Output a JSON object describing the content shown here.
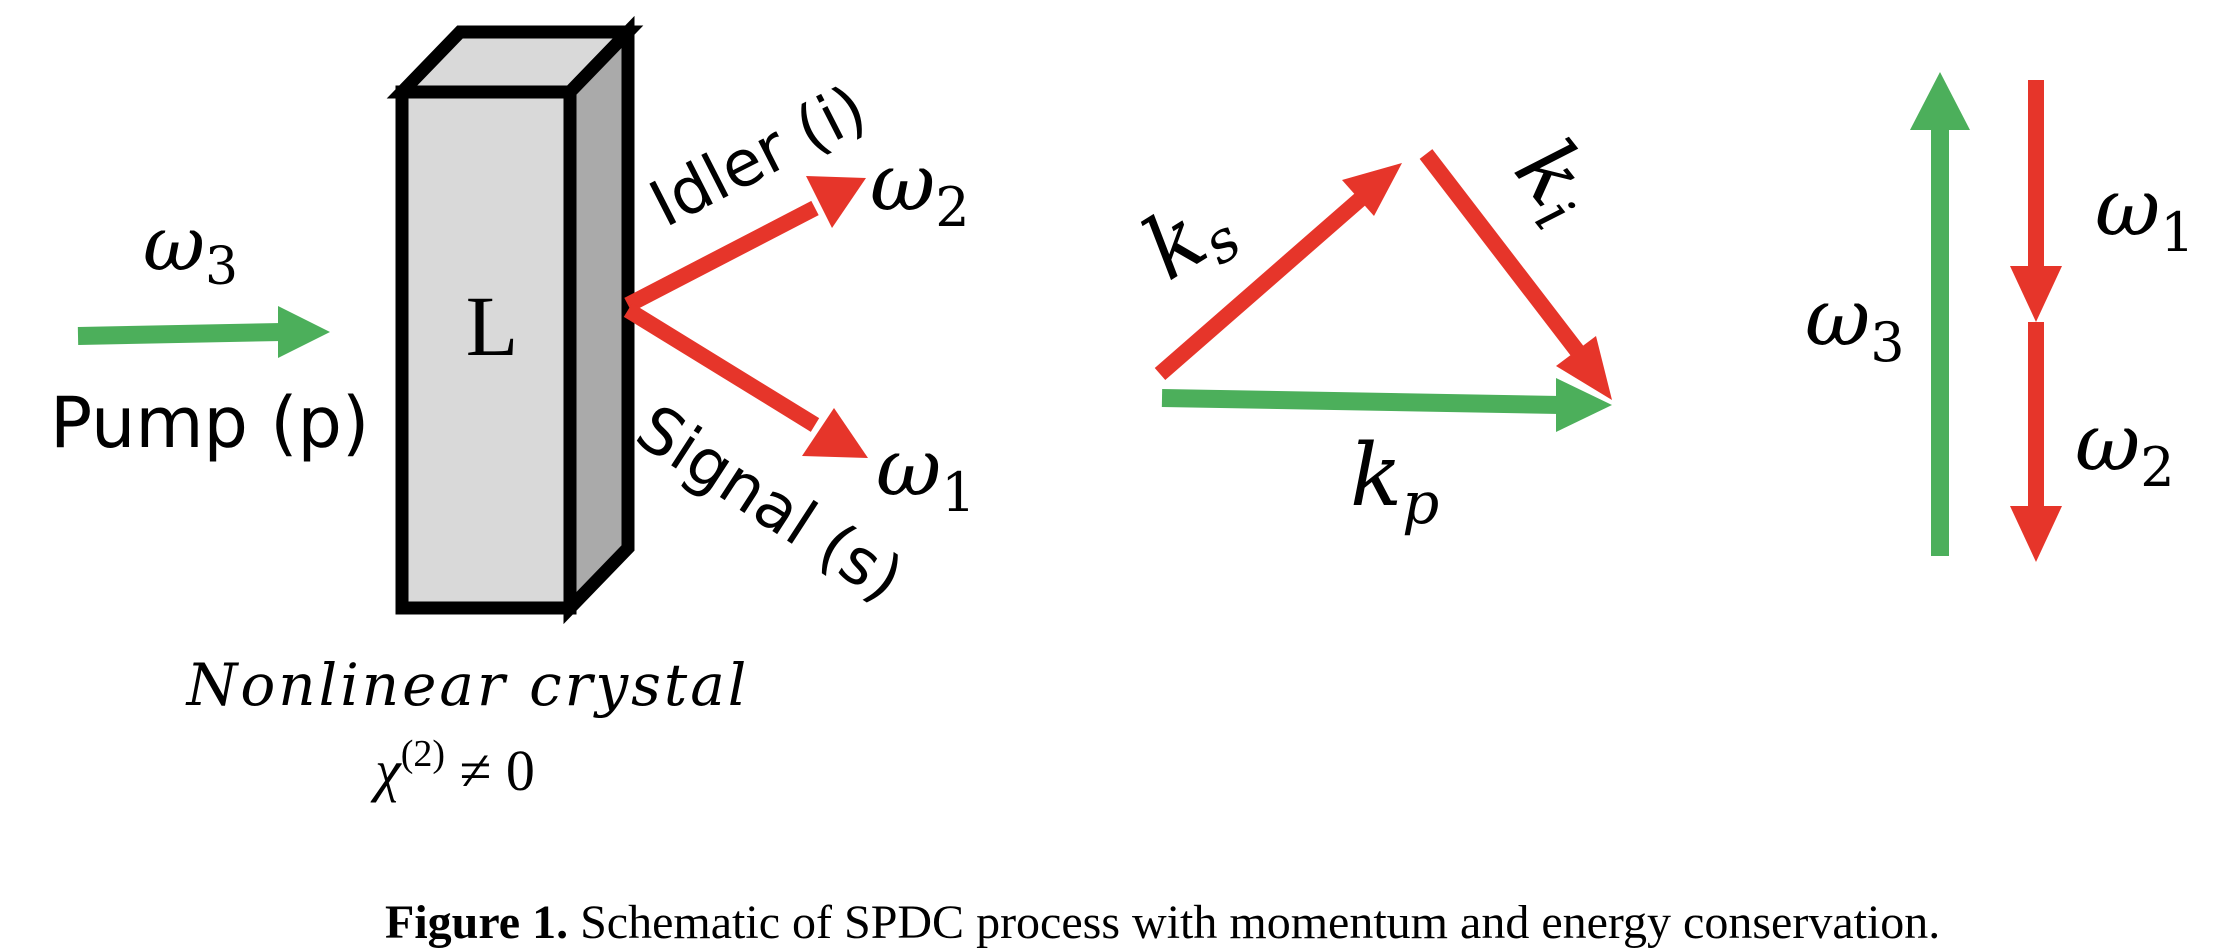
{
  "colors": {
    "pump": "#4CAF5B",
    "photon": "#E6352A",
    "crystal_front": "#D9D9D9",
    "crystal_side": "#AAAAAA"
  },
  "crystal": {
    "face_label": "L",
    "name": "Nonlinear crystal",
    "condition_chi": "χ",
    "condition_sup": "(2)",
    "condition_rest": " ≠ 0"
  },
  "pump": {
    "label": "Pump (p)",
    "omega": "ω",
    "omega_sub": "3"
  },
  "idler": {
    "label": "Idler (i)",
    "omega": "ω",
    "omega_sub": "2"
  },
  "signal": {
    "label": "Signal (s)",
    "omega": "ω",
    "omega_sub": "1"
  },
  "momentum": {
    "ks": "k",
    "ks_sub": "s",
    "ki": "k",
    "ki_sub": "i",
    "kp": "k",
    "kp_sub": "p"
  },
  "energy": {
    "w3": "ω",
    "w3_sub": "3",
    "w1": "ω",
    "w1_sub": "1",
    "w2": "ω",
    "w2_sub": "2"
  },
  "caption": {
    "label": "Figure 1.",
    "text": " Schematic of SPDC process with momentum and energy conservation."
  }
}
